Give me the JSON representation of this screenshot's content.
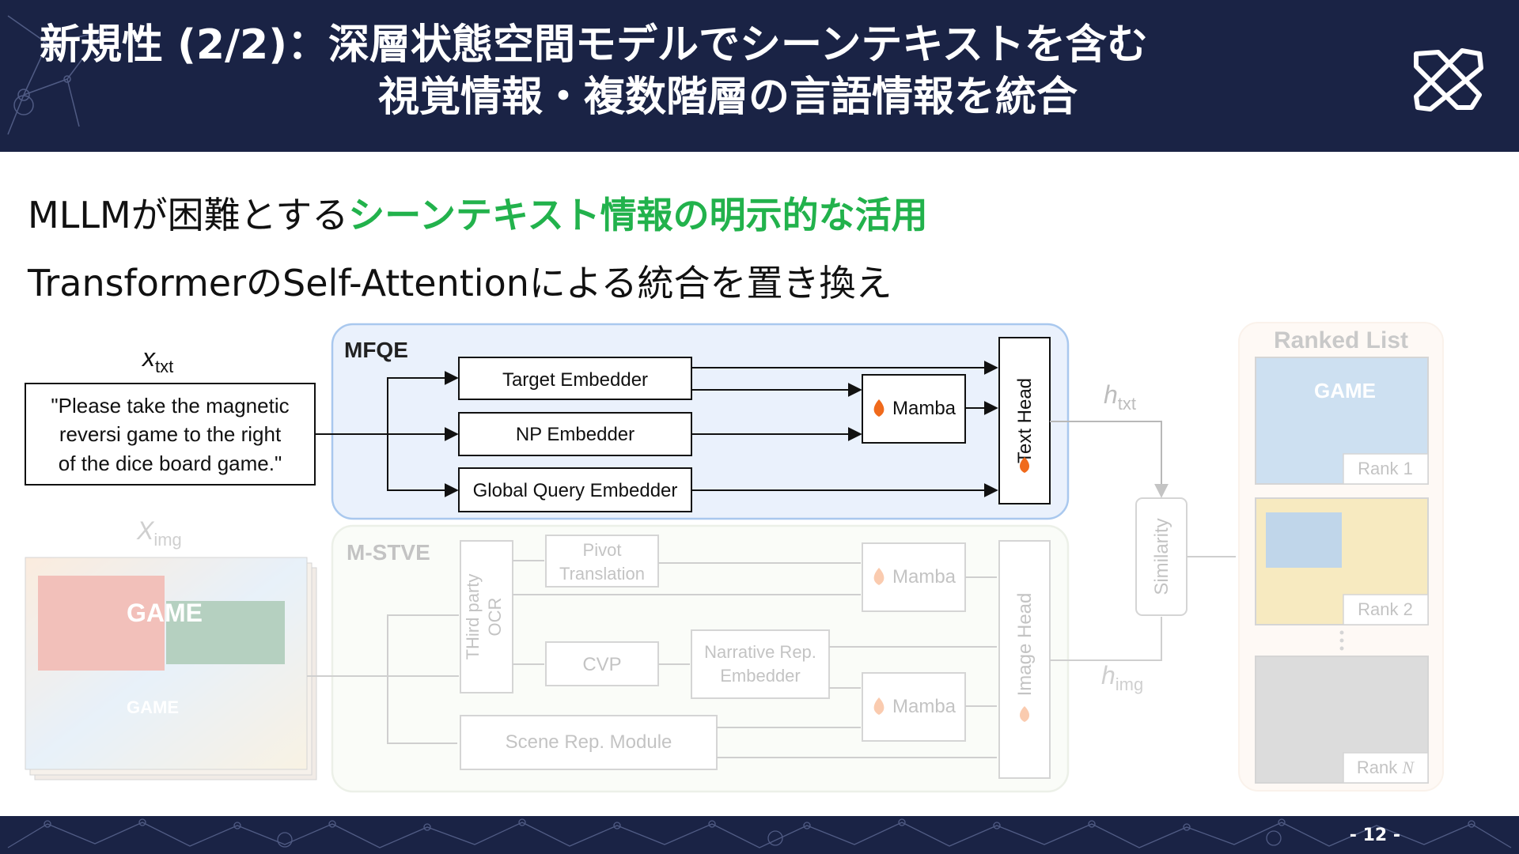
{
  "slide": {
    "title_line1": "新規性 (2/2)：深層状態空間モデルでシーンテキストを含む",
    "title_line2": "視覚情報・複数階層の言語情報を統合",
    "bullet1_prefix": "MLLMが困難とする",
    "bullet1_highlight": "シーンテキスト情報の明示的な活用",
    "bullet2": "TransformerのSelf-Attentionによる統合を置き換え",
    "page_number": "- 12 -"
  },
  "diagram": {
    "x_txt_base": "x",
    "x_txt_sub": "txt",
    "x_img_base": "X",
    "x_img_sub": "img",
    "query_lines": [
      "\"Please take the magnetic",
      "reversi game to the right",
      "of the dice board game.\""
    ],
    "mfqe_label": "MFQE",
    "target_embedder": "Target Embedder",
    "np_embedder": "NP Embedder",
    "global_query_embedder": "Global Query Embedder",
    "mamba": "Mamba",
    "text_head": "Text Head",
    "mstve_label": "M-STVE",
    "third_party_ocr_line1": "THird party",
    "third_party_ocr_line2": "OCR",
    "pivot_translation_line1": "Pivot",
    "pivot_translation_line2": "Translation",
    "cvp": "CVP",
    "narrative_line1": "Narrative Rep.",
    "narrative_line2": "Embedder",
    "scene_rep_module": "Scene Rep. Module",
    "image_head": "Image Head",
    "similarity": "Similarity",
    "h_txt_base": "h",
    "h_txt_sub": "txt",
    "h_img_base": "h",
    "h_img_sub": "img",
    "ranked_list": "Ranked List",
    "rank1": "Rank 1",
    "rank2": "Rank 2",
    "rankN_prefix": "Rank ",
    "rankN_var": "N",
    "game_label": "GAME"
  },
  "colors": {
    "navy": "#1a2345",
    "highlight_green": "#22b24c",
    "mfqe_fill": "#eaf1fc",
    "mfqe_border": "#a9c8ee",
    "mamba_flame": "#f06a1c"
  }
}
